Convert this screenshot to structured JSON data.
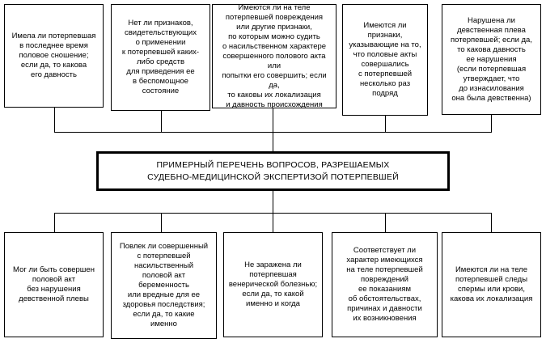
{
  "center": {
    "text": "ПРИМЕРНЫЙ ПЕРЕЧЕНЬ ВОПРОСОВ, РАЗРЕШАЕМЫХ\nСУДЕБНО-МЕДИЦИНСКОЙ ЭКСПЕРТИЗОЙ ПОТЕРПЕВШЕЙ"
  },
  "top_boxes": [
    {
      "text": "Имела ли потерпевшая\nв последнее время\nполовое сношение;\nесли да, то какова\nего давность"
    },
    {
      "text": "Нет ли признаков,\nсвидетельствующих\nо применении\nк потерпевшей каких-\nлибо средств\nдля приведения ее\nв беспомощное\nсостояние"
    },
    {
      "text": "Имеются ли на теле\nпотерпевшей повреждения\nили другие признаки,\nпо которым можно судить\nо насильственном характере\nсовершенного полового акта или\nпопытки его совершить; если да,\nто каковы их локализация\nи давность происхождения"
    },
    {
      "text": "Имеются ли признаки,\nуказывающие на то,\nчто половые акты\nсовершались\nс потерпевшей\nнесколько раз подряд"
    },
    {
      "text": "Нарушена ли\nдевственная плева\nпотерпевшей; если да,\nто какова давность\nее нарушения\n(если потерпевшая\nутверждает, что\nдо изнасилования\nона была девственна)"
    }
  ],
  "bottom_boxes": [
    {
      "text": "Мог ли быть совершен\nполовой акт\nбез нарушения\nдевственной плевы"
    },
    {
      "text": "Повлек ли совершенный\nс потерпевшей\nнасильственный\nполовой акт\nбеременность\nили вредные для ее\nздоровья последствия;\nесли да, то какие\nименно"
    },
    {
      "text": "Не заражена ли\nпотерпевшая\nвенерической болезнью;\nесли да, то какой\nименно и когда"
    },
    {
      "text": "Соответствует ли\nхарактер имеющихся\nна теле потерпевшей\nповреждений\nее показаниям\nоб обстоятельствах,\nпричинах и давности\nих возникновения"
    },
    {
      "text": "Имеются ли на теле\nпотерпевшей следы\nспермы или крови,\nкакова их локализация"
    }
  ]
}
